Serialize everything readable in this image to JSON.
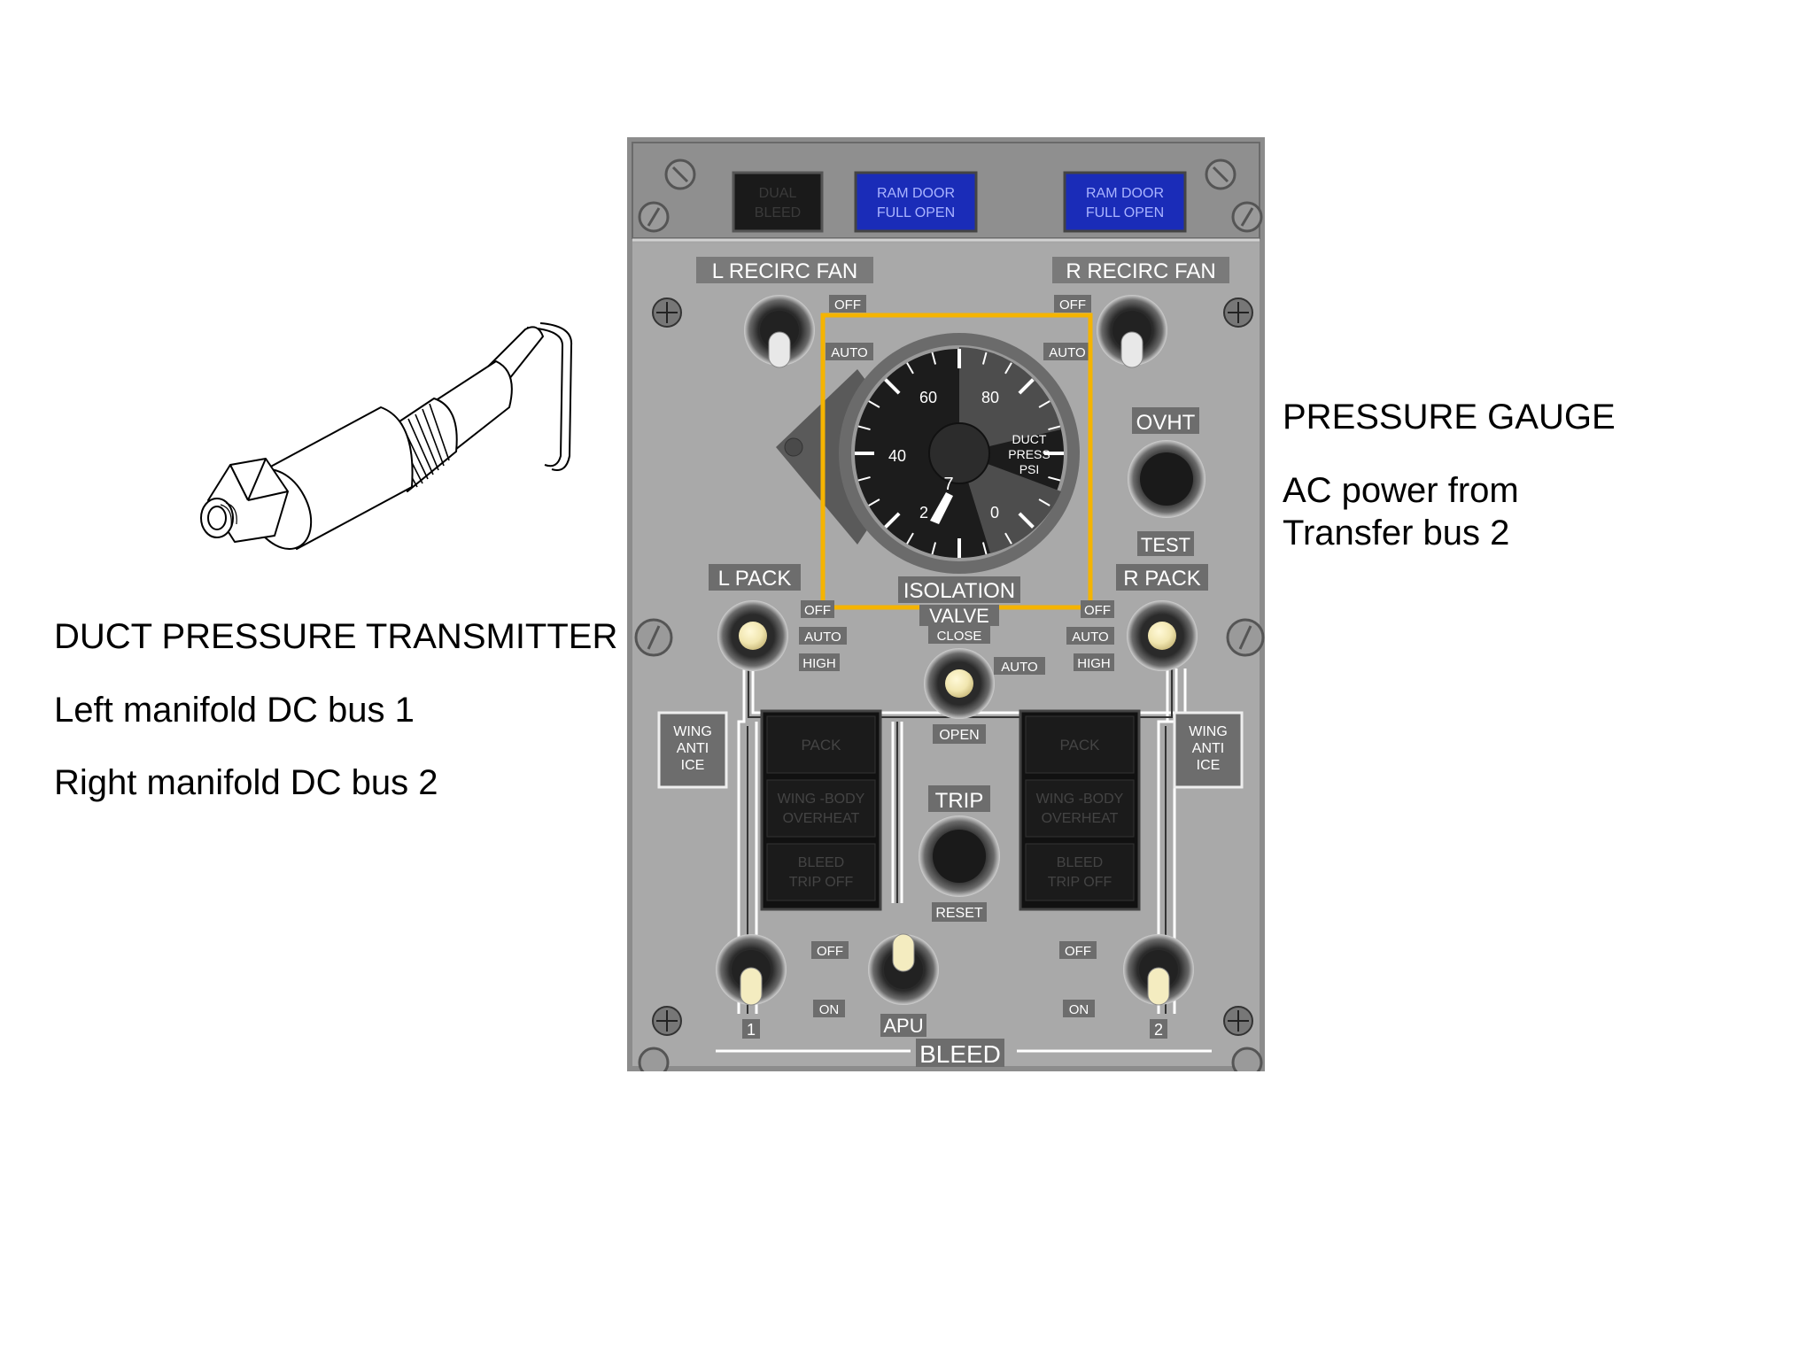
{
  "captions": {
    "transmitter_title": "DUCT PRESSURE TRANSMITTER",
    "transmitter_left": "Left manifold DC bus 1",
    "transmitter_right": "Right manifold DC bus 2",
    "gauge_title": "PRESSURE GAUGE",
    "gauge_power_line1": "AC power from",
    "gauge_power_line2": "Transfer bus 2"
  },
  "panel": {
    "annunciators_top": {
      "dual_bleed": [
        "DUAL",
        "BLEED"
      ],
      "ram_door_left": [
        "RAM DOOR",
        "FULL OPEN"
      ],
      "ram_door_right": [
        "RAM DOOR",
        "FULL OPEN"
      ]
    },
    "l_recirc_fan": "L  RECIRC FAN",
    "r_recirc_fan": "R  RECIRC FAN",
    "fan_positions": {
      "off": "OFF",
      "auto": "AUTO"
    },
    "gauge": {
      "ticks": [
        "60",
        "80",
        "40",
        "2",
        "0"
      ],
      "label": [
        "DUCT",
        "PRESS",
        "PSI"
      ],
      "needle_left": "7",
      "left_needle_value": 20,
      "right_needle_value": 18
    },
    "ovht": "OVHT",
    "test": "TEST",
    "l_pack": "L PACK",
    "r_pack": "R PACK",
    "isolation": "ISOLATION",
    "valve": "VALVE",
    "close": "CLOSE",
    "auto": "AUTO",
    "open": "OPEN",
    "pack_positions": {
      "off": "OFF",
      "auto": "AUTO",
      "high": "HIGH"
    },
    "wing_anti_ice": [
      "WING",
      "ANTI",
      "ICE"
    ],
    "annunciators_mid": {
      "pack": "PACK",
      "wing_body": [
        "WING -BODY",
        "OVERHEAT"
      ],
      "bleed_trip": [
        "BLEED",
        "TRIP OFF"
      ]
    },
    "trip": "TRIP",
    "reset": "RESET",
    "bleed_positions": {
      "off": "OFF",
      "on": "ON"
    },
    "engine_1": "1",
    "engine_2": "2",
    "apu": "APU",
    "bleed": "BLEED"
  },
  "colors": {
    "panel_gray": "#a8a8a8",
    "highlight_box": "#f5b400",
    "annunciator_blue": "#1a2cb8"
  }
}
